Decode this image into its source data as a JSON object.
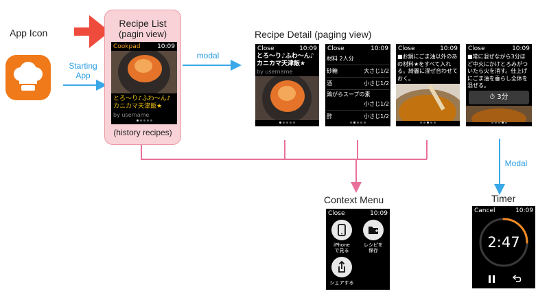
{
  "labels": {
    "app_icon": "App Icon",
    "recipe_list_title": "Recipe List",
    "recipe_list_subtitle": "(pagin view)",
    "history_recipes": "(history recipes)",
    "recipe_detail": "Recipe Detail (paging view)",
    "context_menu": "Context Menu",
    "timer": "Timer",
    "starting_app_line1": "Starting",
    "starting_app_line2": "App",
    "modal_1": "modal",
    "modal_2": "Modal"
  },
  "colors": {
    "flow_blue": "#3aa8e8",
    "menu_pink": "#e8709a",
    "pointer_red": "#ee4b3c",
    "highlight_fill": "#f8d2d6",
    "app_icon_orange": "#f07a1a",
    "cookpad_orange": "#f5a623",
    "recipe_title_yellow": "#f2c40f",
    "timer_orange": "#f28a22"
  },
  "list_screen": {
    "app_name": "Cookpad",
    "time": "10:09",
    "title": "とろ〜り♪ふわ〜ん♪カニカマ天津飯★",
    "author": "by username"
  },
  "detail_1": {
    "close": "Close",
    "time": "10:09",
    "title": "とろ〜り♪ふわ〜ん♪カニカマ天津飯★",
    "author": "by username"
  },
  "detail_2": {
    "close": "Close",
    "time": "10:09",
    "servings": "材料 2人分",
    "ingredients": [
      {
        "name": "砂糖",
        "qty": "大さじ1/2"
      },
      {
        "name": "酒",
        "qty": "小さじ1/2"
      },
      {
        "name": "鶏がらスープの素",
        "qty": "小さじ1/2"
      },
      {
        "name": "酢",
        "qty": "小さじ1/2"
      }
    ]
  },
  "detail_3": {
    "close": "Close",
    "time": "10:09",
    "step": "■お鍋にごま油以外のあの材料★をすべて入れる。綺麗に混ぜ合わせておく。"
  },
  "detail_4": {
    "close": "Close",
    "time": "10:09",
    "step": "■常に混ぜながら3分ほど中火にかけとろみがついたら火を消す。仕上げにごま油を垂らし全体を混ぜる。",
    "timer_button": "⏱ 3分"
  },
  "context_screen": {
    "close": "Close",
    "time": "10:09",
    "items": [
      {
        "label_1": "iPhone",
        "label_2": "で見る"
      },
      {
        "label_1": "レシピを",
        "label_2": "保存"
      },
      {
        "label_1": "シェアする",
        "label_2": ""
      }
    ]
  },
  "timer_screen": {
    "cancel": "Cancel",
    "time": "10:09",
    "remaining": "2:47",
    "progress_fraction": 0.25
  }
}
